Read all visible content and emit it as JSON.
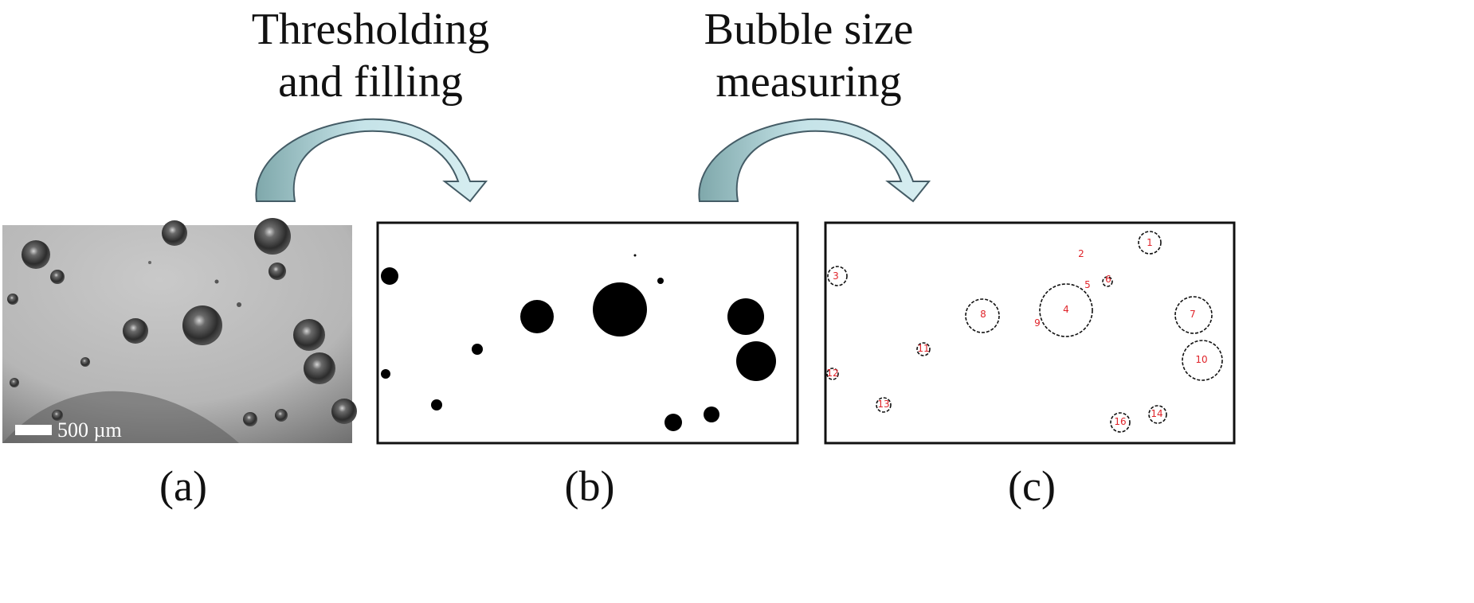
{
  "steps": [
    {
      "text": "Thresholding\nand filling"
    },
    {
      "text": "Bubble size\nmeasuring"
    }
  ],
  "panels": {
    "a": {
      "caption": "(a)",
      "scale_bar": "500 µm"
    },
    "b": {
      "caption": "(b)"
    },
    "c": {
      "caption": "(c)",
      "labels": [
        "1",
        "2",
        "3",
        "4",
        "5",
        "6",
        "7",
        "8",
        "9",
        "10",
        "11",
        "12",
        "13",
        "14",
        "16"
      ]
    }
  },
  "colors": {
    "arrow_fill": "#bfe0e6",
    "arrow_edge": "#445c66",
    "label_red": "#e0242a",
    "frame": "#111111"
  }
}
